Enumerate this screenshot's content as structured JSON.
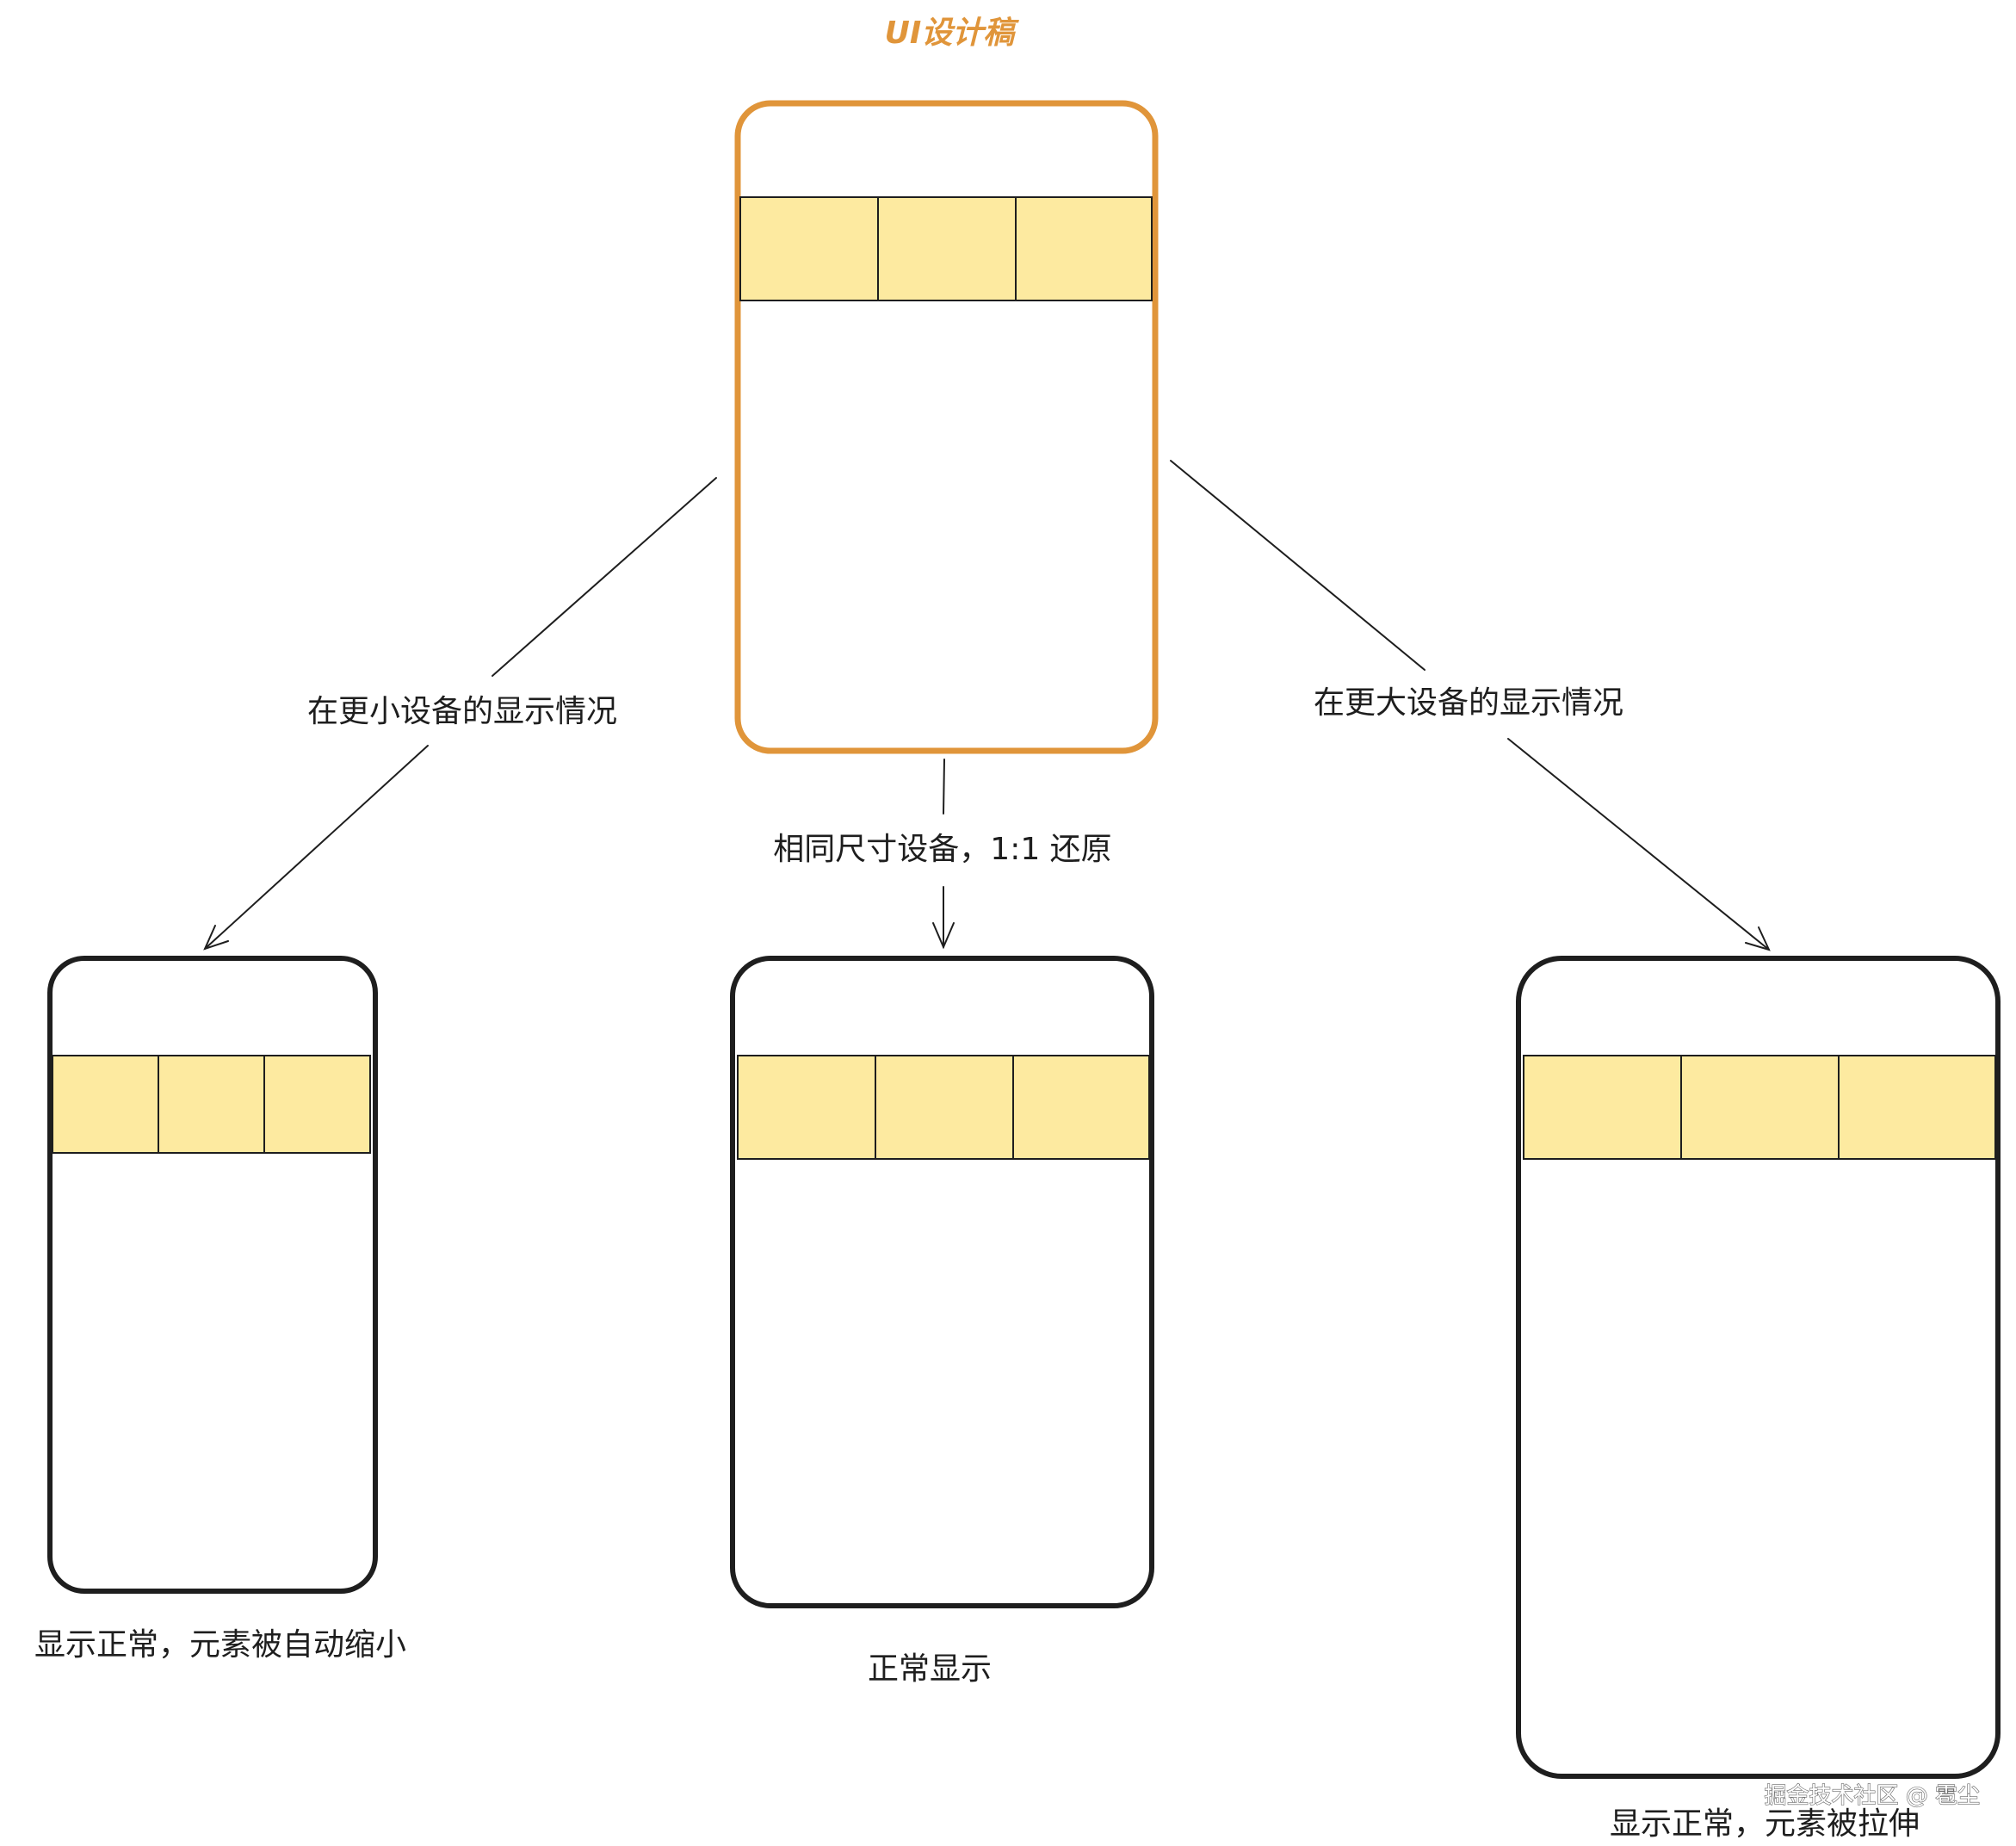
{
  "design": {
    "title": "UI设计稿"
  },
  "devices": {
    "small": {
      "caption": "显示正常，元素被自动缩小"
    },
    "same": {
      "caption": "正常显示"
    },
    "large": {
      "caption": "显示正常，元素被拉伸"
    }
  },
  "arrows": {
    "to_small": {
      "label": "在更小设备的显示情况"
    },
    "to_same": {
      "label": "相同尺寸设备，1:1 还原"
    },
    "to_large": {
      "label": "在更大设备的显示情况"
    }
  },
  "watermark": "掘金技术社区 @ 雹尘",
  "colors": {
    "design_frame": "#e0953a",
    "frame": "#1e1e1e",
    "cell_fill": "#fdeaa0"
  }
}
